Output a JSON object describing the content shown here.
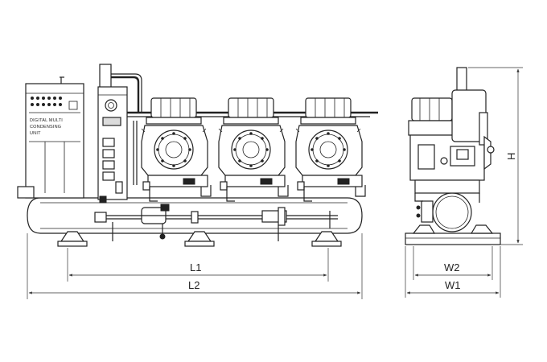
{
  "panel": {
    "line1": "DIGITAL MULTI",
    "line2": "CONDENSING",
    "line3": "UNIT"
  },
  "dimensions": {
    "l1": "L1",
    "l2": "L2",
    "w1": "W1",
    "w2": "W2",
    "h": "H"
  }
}
